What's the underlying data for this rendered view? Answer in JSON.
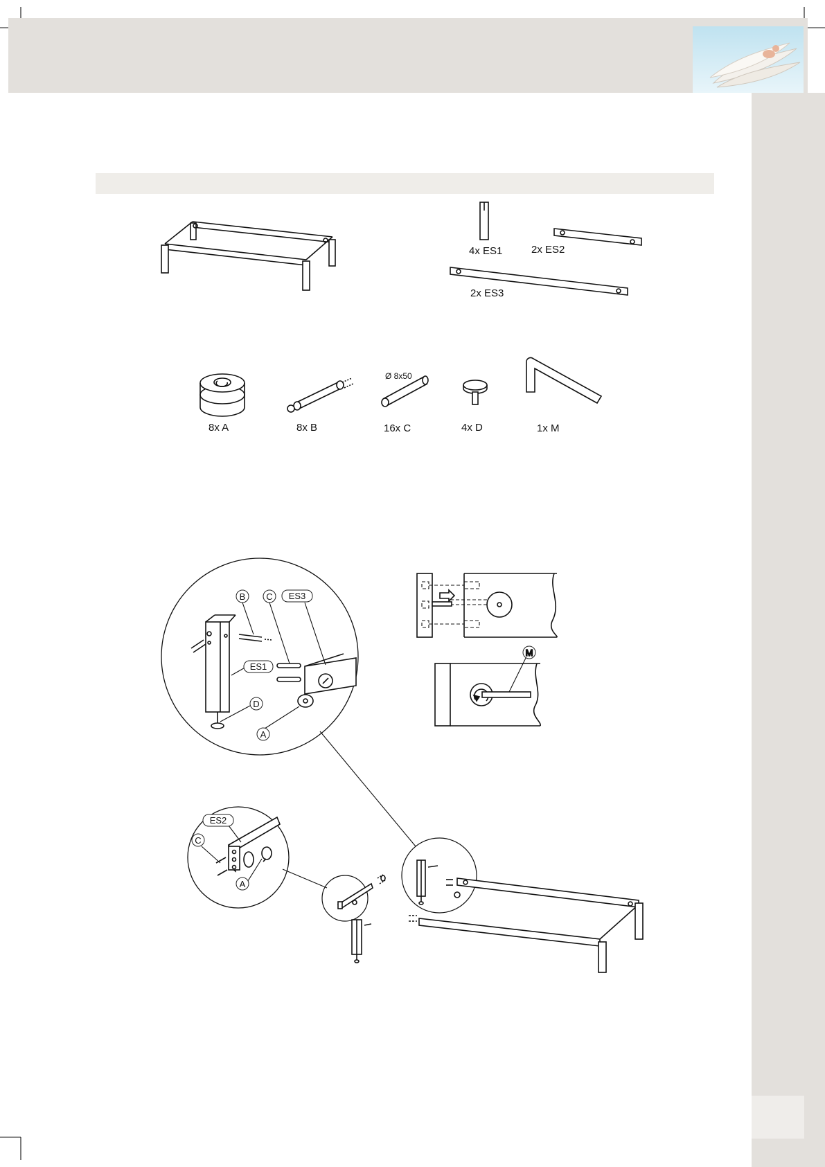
{
  "parts": {
    "frame_parts": [
      {
        "qty_label": "4x ES1"
      },
      {
        "qty_label": "2x ES2"
      },
      {
        "qty_label": "2x ES3"
      }
    ],
    "hardware": [
      {
        "qty_label": "8x A"
      },
      {
        "qty_label": "8x B"
      },
      {
        "qty_label": "16x C",
        "spec": "Ø 8x50"
      },
      {
        "qty_label": "4x D"
      },
      {
        "qty_label": "1x M"
      }
    ]
  },
  "callouts": {
    "detail_1": [
      "B",
      "C",
      "ES3",
      "ES1",
      "D",
      "A"
    ],
    "detail_2": [
      "ES2",
      "C",
      "A"
    ],
    "tool_detail": "M"
  }
}
